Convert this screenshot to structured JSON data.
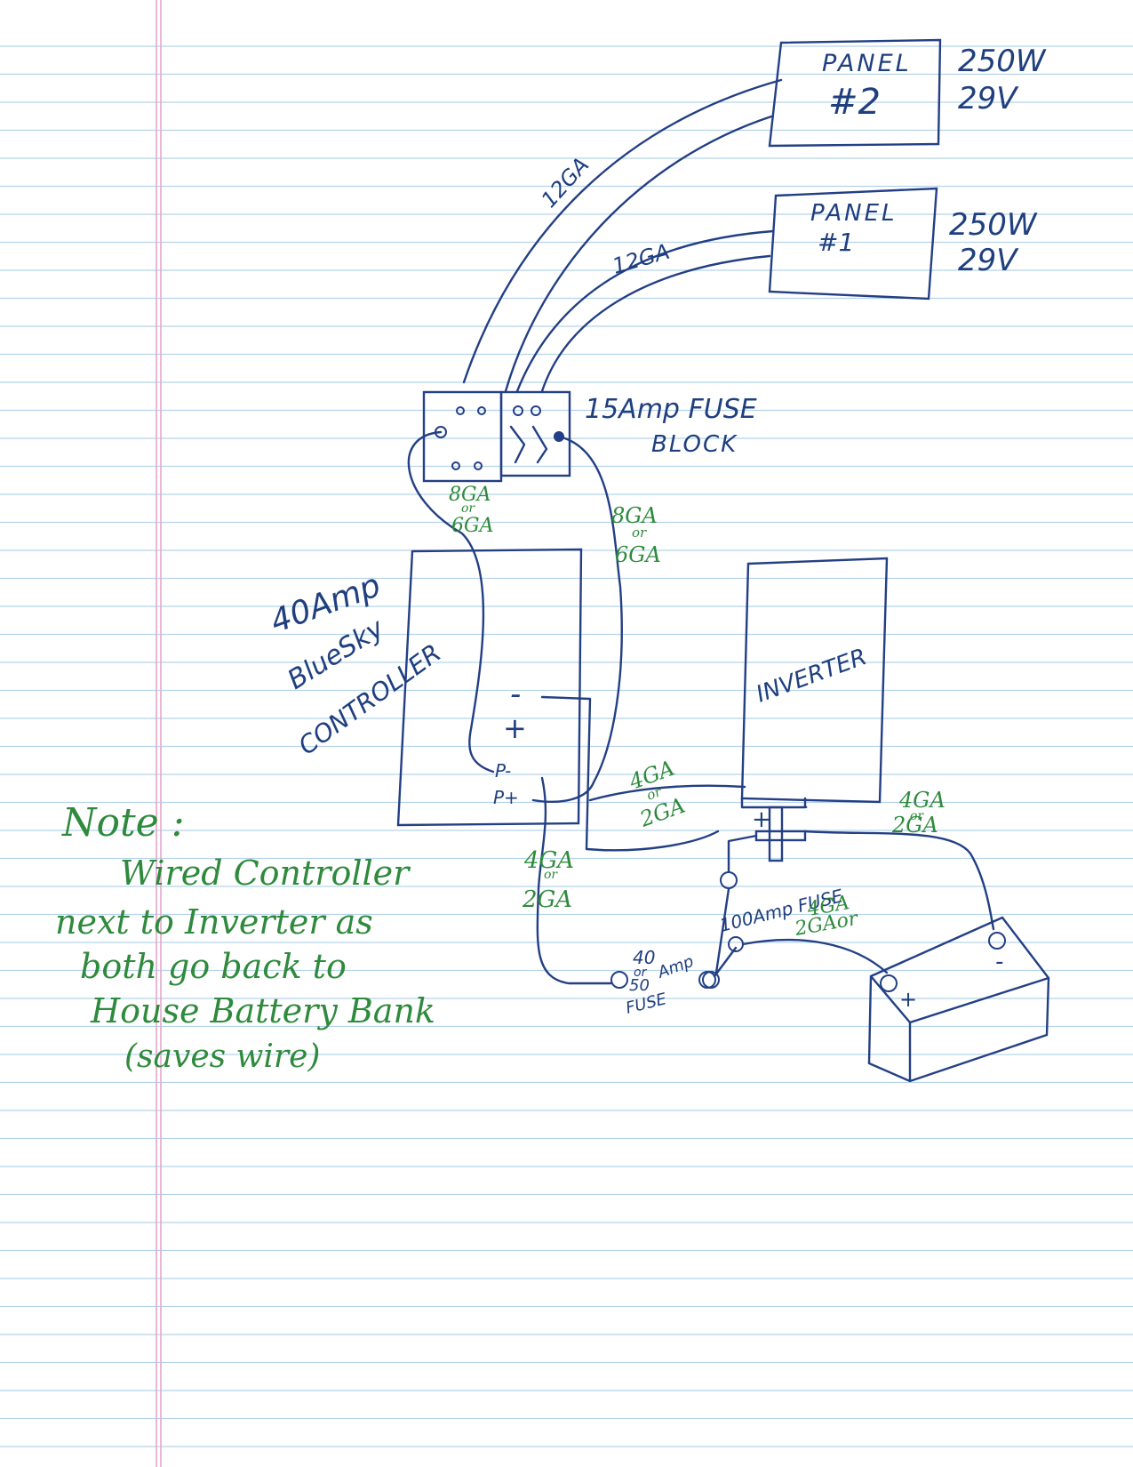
{
  "page": {
    "background": "#ffffff",
    "rule_color": "#b5d3ea",
    "margin_color": "#e3a7cc",
    "ink_blue": "#233f85",
    "ink_green": "#2e8a3c"
  },
  "components": {
    "panel2": {
      "label_line1": "PANEL",
      "label_line2": "#2",
      "spec_watts": "250W",
      "spec_volts": "29V"
    },
    "panel1": {
      "label_line1": "PANEL",
      "label_line2": "#1",
      "spec_watts": "250W",
      "spec_volts": "29V"
    },
    "fuse_block": {
      "label_line1": "15Amp FUSE",
      "label_line2": "BLOCK"
    },
    "controller": {
      "label_line1": "40Amp",
      "label_line2": "BlueSky",
      "label_line3": "CONTROLLER",
      "terminal_pos": "+",
      "terminal_neg": "-",
      "terminal_p_neg": "P-",
      "terminal_p_pos": "P+"
    },
    "inverter": {
      "label": "INVERTER",
      "terminal_pos": "+",
      "terminal_neg": "-"
    },
    "battery": {
      "terminal_pos": "+",
      "terminal_neg": "-"
    }
  },
  "wires": {
    "panel2_gauge": "12GA",
    "panel1_gauge": "12GA",
    "fuse_to_controller_left": {
      "line1": "8GA",
      "line2": "or",
      "line3": "6GA"
    },
    "fuse_to_controller_right": {
      "line1": "8GA",
      "line2": "or",
      "line3": "6GA"
    },
    "controller_to_inverter": {
      "line1": "4GA",
      "line2": "or",
      "line3": "2GA"
    },
    "inverter_to_battery": {
      "line1": "4GA",
      "line2": "or",
      "line3": "2GA"
    },
    "controller_to_fuse": {
      "line1": "4GA",
      "line2": "or",
      "line3": "2GA"
    },
    "fuse100_to_battery": {
      "line1": "4GA",
      "line2": "2GAor"
    }
  },
  "fuses": {
    "controller_fuse": {
      "line1": "40",
      "line2": "or",
      "line3": "50",
      "amp": "Amp",
      "line4": "FUSE"
    },
    "inverter_fuse": "100Amp FUSE"
  },
  "note": {
    "title": "Note :",
    "line1": "Wired Controller",
    "line2": "next to Inverter as",
    "line3": "both go back to",
    "line4": "House Battery Bank",
    "line5": "(saves wire)"
  }
}
